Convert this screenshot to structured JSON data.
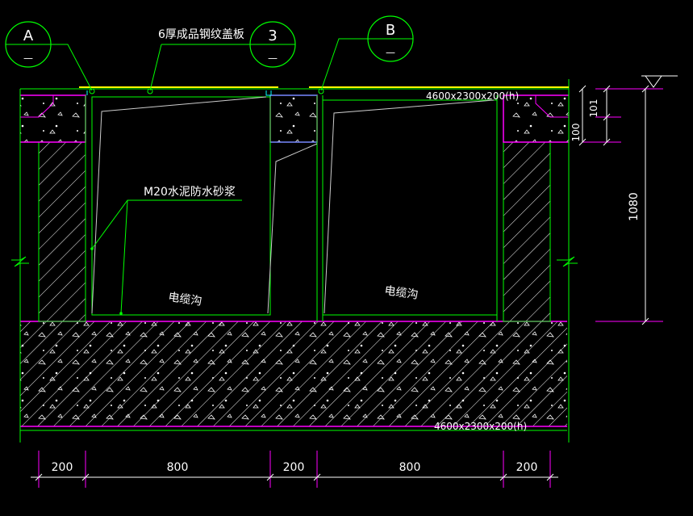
{
  "labels": {
    "cover_plate": "6厚成品钢纹盖板",
    "mortar": "M20水泥防水砂浆",
    "trench_left": "电缆沟",
    "trench_right": "电缆沟",
    "top_spec": "4600x2300x200(h)",
    "bottom_spec": "4600x2300x200(h)"
  },
  "bubbles": [
    {
      "id": "A",
      "sub": "—"
    },
    {
      "id": "3",
      "sub": "—"
    },
    {
      "id": "B",
      "sub": "—"
    }
  ],
  "dims_bottom": [
    "200",
    "800",
    "200",
    "800",
    "200"
  ],
  "dims_right": {
    "d101": "101",
    "d100": "100",
    "d1080": "1080"
  },
  "colors": {
    "background": "#000000",
    "green": "#00ff00",
    "magenta": "#ff00ff",
    "white": "#ffffff",
    "cyan": "#00ffff",
    "yellow": "#ffff00"
  }
}
